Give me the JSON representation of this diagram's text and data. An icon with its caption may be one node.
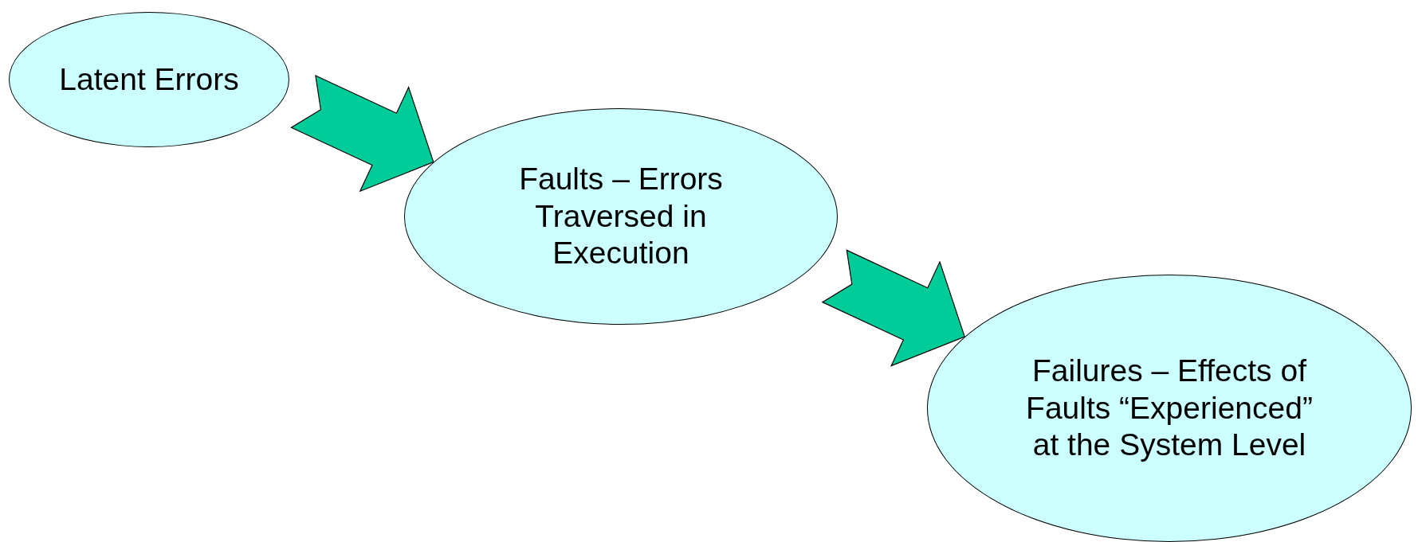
{
  "diagram": {
    "nodes": [
      {
        "text": [
          "Latent Errors"
        ]
      },
      {
        "text": [
          "Faults – Errors Traversed in Execution"
        ]
      },
      {
        "text": [
          "Failures – Effects of Faults “Experienced” at the System Level"
        ]
      }
    ],
    "edges": [
      {
        "from": 0,
        "to": 1,
        "arrow": "to"
      },
      {
        "from": 1,
        "to": 2,
        "arrow": "to"
      }
    ]
  }
}
